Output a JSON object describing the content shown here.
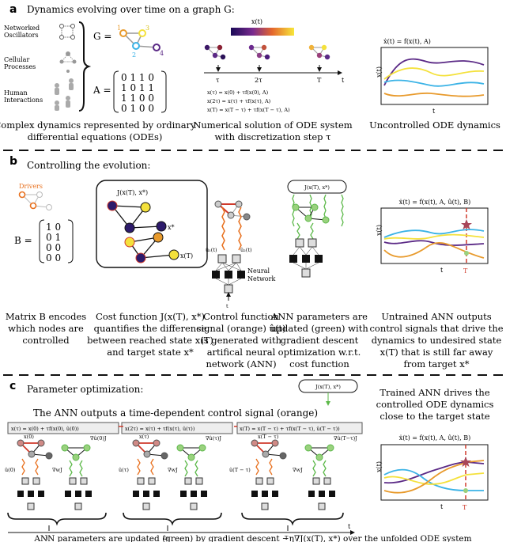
{
  "panel_a": {
    "letter": "a",
    "title": "Dynamics evolving over time on a graph G:",
    "icon_labels": [
      "Networked",
      "Oscillators",
      "Cellular",
      "Processes",
      "Human",
      "Interactions"
    ],
    "graph_label": "G =",
    "node_labels": [
      "1",
      "2",
      "3",
      "4"
    ],
    "matrix_label": "A =",
    "matrix_rows": [
      "0 1 1 0",
      "1 0 1 1",
      "1 1 0 0",
      "0 1 0 0"
    ],
    "colorbar_label": "x(t)",
    "time_ticks": [
      "τ",
      "2τ",
      "T",
      "t"
    ],
    "equations": [
      "x(τ) = x(0) + τf(x(0), A)",
      "x(2τ) = x(τ) + τf(x(τ), A)",
      "x(T) = x(T − τ) + τf(x(T − τ), A)"
    ],
    "plot_title": "ẋ(t) = f(x(t), A)",
    "plot_ylabel": "x(t)",
    "plot_xlabel": "t",
    "captions": [
      [
        "Complex dynamics represented by ordinary",
        "differential equations (ODEs)"
      ],
      [
        "Numerical solution of ODE system",
        "with discretization step τ"
      ],
      [
        "Uncontrolled ODE dynamics"
      ]
    ]
  },
  "panel_b": {
    "letter": "b",
    "title": "Controlling the evolution:",
    "drivers_label": "Drivers",
    "b_label": "B =",
    "b_rows": [
      "1 0",
      "0 1",
      "0 0",
      "0 0"
    ],
    "cost_label": "J(x(T), x*)",
    "target_label": "x*",
    "reached_label": "x(T)",
    "u_labels": [
      "û₁(t)",
      "û₂(t)"
    ],
    "nn_label": [
      "Neural",
      "Network"
    ],
    "t_label": "t",
    "ann_cost_label": "J(x(T), x*)",
    "plot_title": "ẋ(t) = f(x(t), A, û(t), B)",
    "plot_ylabel": "x(t)",
    "plot_xlabel": "t",
    "plot_T": "T",
    "captions": [
      [
        "Matrix B encodes",
        "which nodes are",
        "controlled"
      ],
      [
        "Cost function  J(x(T), x*)",
        "quantifies the difference",
        "between reached state x(T)",
        "and target state x*"
      ],
      [
        "Control function",
        "signal (orange) û(t)",
        "is generated with",
        "artifical neural",
        "network (ANN)"
      ],
      [
        "ANN parameters are",
        "updated (green) with",
        "gradient descent",
        "optimization w.r.t.",
        "cost function"
      ],
      [
        "Untrained ANN outputs",
        "control signals that drive the",
        "dynamics to undesired state",
        "x(T)  that is still far away",
        "from target x*"
      ]
    ]
  },
  "panel_c": {
    "letter": "c",
    "title": "Parameter optimization:",
    "subtitle": "The ANN outputs a time-dependent control signal (orange)",
    "cost_label": "J(x(T), x*)",
    "step_eqs": [
      "x(τ) = x(0) + τf(x(0), û(0))",
      "x(2τ) = x(τ) + τf(x(τ), û(τ))",
      "x(T) = x(T − τ) + τf(x(T − τ), û(T − τ))"
    ],
    "state_labels": [
      "x(0)",
      "x(τ)",
      "x(T − τ)"
    ],
    "u_labels": [
      "û(0)",
      "û(τ)",
      "û(T − τ)"
    ],
    "grad_u_labels": [
      "∇û(0)J",
      "∇û(τ)J",
      "∇û(T−τ)J"
    ],
    "grad_w_label": "∇wJ",
    "time_ticks": [
      "τ",
      "2τ",
      "T",
      "t"
    ],
    "right_text": [
      "Trained ANN drives the",
      "controlled ODE dynamics",
      "close to the target state"
    ],
    "plot_title": "ẋ(t) = f(x(t), A, û(t), B)",
    "plot_ylabel": "x(t)",
    "plot_xlabel": "t",
    "plot_T": "T",
    "caption": "ANN parameters are updated (green) by gradient descent −η∇J(x(T), x*) over the unfolded ODE system"
  },
  "colors": {
    "orange": "#e8701e",
    "green": "#5db94a",
    "red": "#d03a2b",
    "purple": "#5b2a86",
    "yellow": "#f4e13c",
    "cyan": "#3bb3e6",
    "node_orange": "#e89a2c",
    "star": "#a8465a"
  }
}
